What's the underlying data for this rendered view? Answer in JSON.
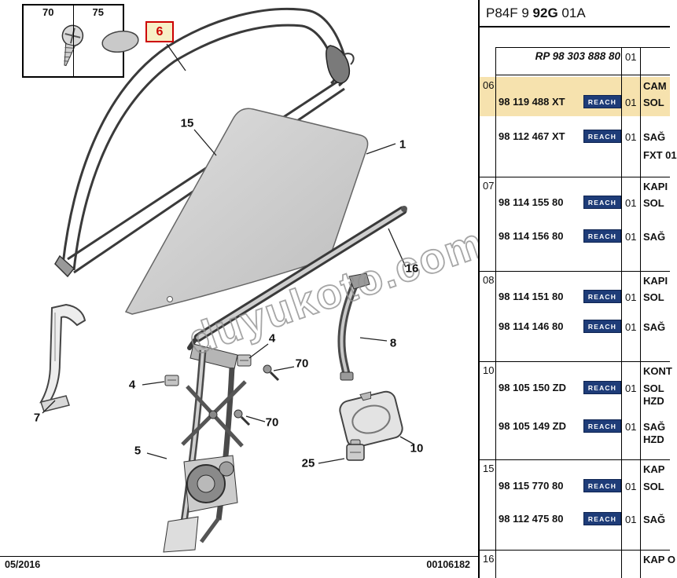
{
  "diagram": {
    "inset": {
      "screw_label": "70",
      "clip_label": "75"
    },
    "red_label": "6",
    "callouts": [
      "15",
      "1",
      "16",
      "8",
      "4",
      "70",
      "4",
      "70",
      "7",
      "5",
      "25",
      "10"
    ],
    "watermark": "duyukoto.com",
    "footer": {
      "date": "05/2016",
      "code": "00106182"
    }
  },
  "table": {
    "header": {
      "prefix": "P84F 9 ",
      "bold": "92G",
      "suffix": " 01A"
    },
    "rp": {
      "label": "RP 98 303 888 80",
      "qty": "01"
    },
    "reach": "REACH",
    "groups": [
      {
        "id": "06",
        "rows": [
          {
            "part": "98 119 488 XT",
            "qty": "01",
            "desc1": "CAM",
            "desc2": "SOL"
          },
          {
            "part": "98 112 467 XT",
            "qty": "01",
            "desc1": "SAĞ",
            "desc2": "FXT 01"
          }
        ]
      },
      {
        "id": "07",
        "rows": [
          {
            "part": "98 114 155 80",
            "qty": "01",
            "desc1": "KAPI",
            "desc2": "SOL"
          },
          {
            "part": "98 114 156 80",
            "qty": "01",
            "desc1": "SAĞ",
            "desc2": ""
          }
        ]
      },
      {
        "id": "08",
        "rows": [
          {
            "part": "98 114 151 80",
            "qty": "01",
            "desc1": "KAPI",
            "desc2": "SOL"
          },
          {
            "part": "98 114 146 80",
            "qty": "01",
            "desc1": "SAĞ",
            "desc2": ""
          }
        ]
      },
      {
        "id": "10",
        "rows": [
          {
            "part": "98 105 150 ZD",
            "qty": "01",
            "desc1": "KONT",
            "desc2": "SOL",
            "desc3": "HZD"
          },
          {
            "part": "98 105 149 ZD",
            "qty": "01",
            "desc1": "SAĞ",
            "desc2": "HZD"
          }
        ]
      },
      {
        "id": "15",
        "rows": [
          {
            "part": "98 115 770 80",
            "qty": "01",
            "desc1": "KAP",
            "desc2": "SOL"
          },
          {
            "part": "98 112 475 80",
            "qty": "01",
            "desc1": "SAĞ",
            "desc2": ""
          }
        ]
      },
      {
        "id": "16",
        "desc": "KAP O"
      }
    ]
  },
  "colors": {
    "highlight": "#f6e2ae",
    "reach_bg": "#1e3c78",
    "accent_red": "#cc0000"
  }
}
